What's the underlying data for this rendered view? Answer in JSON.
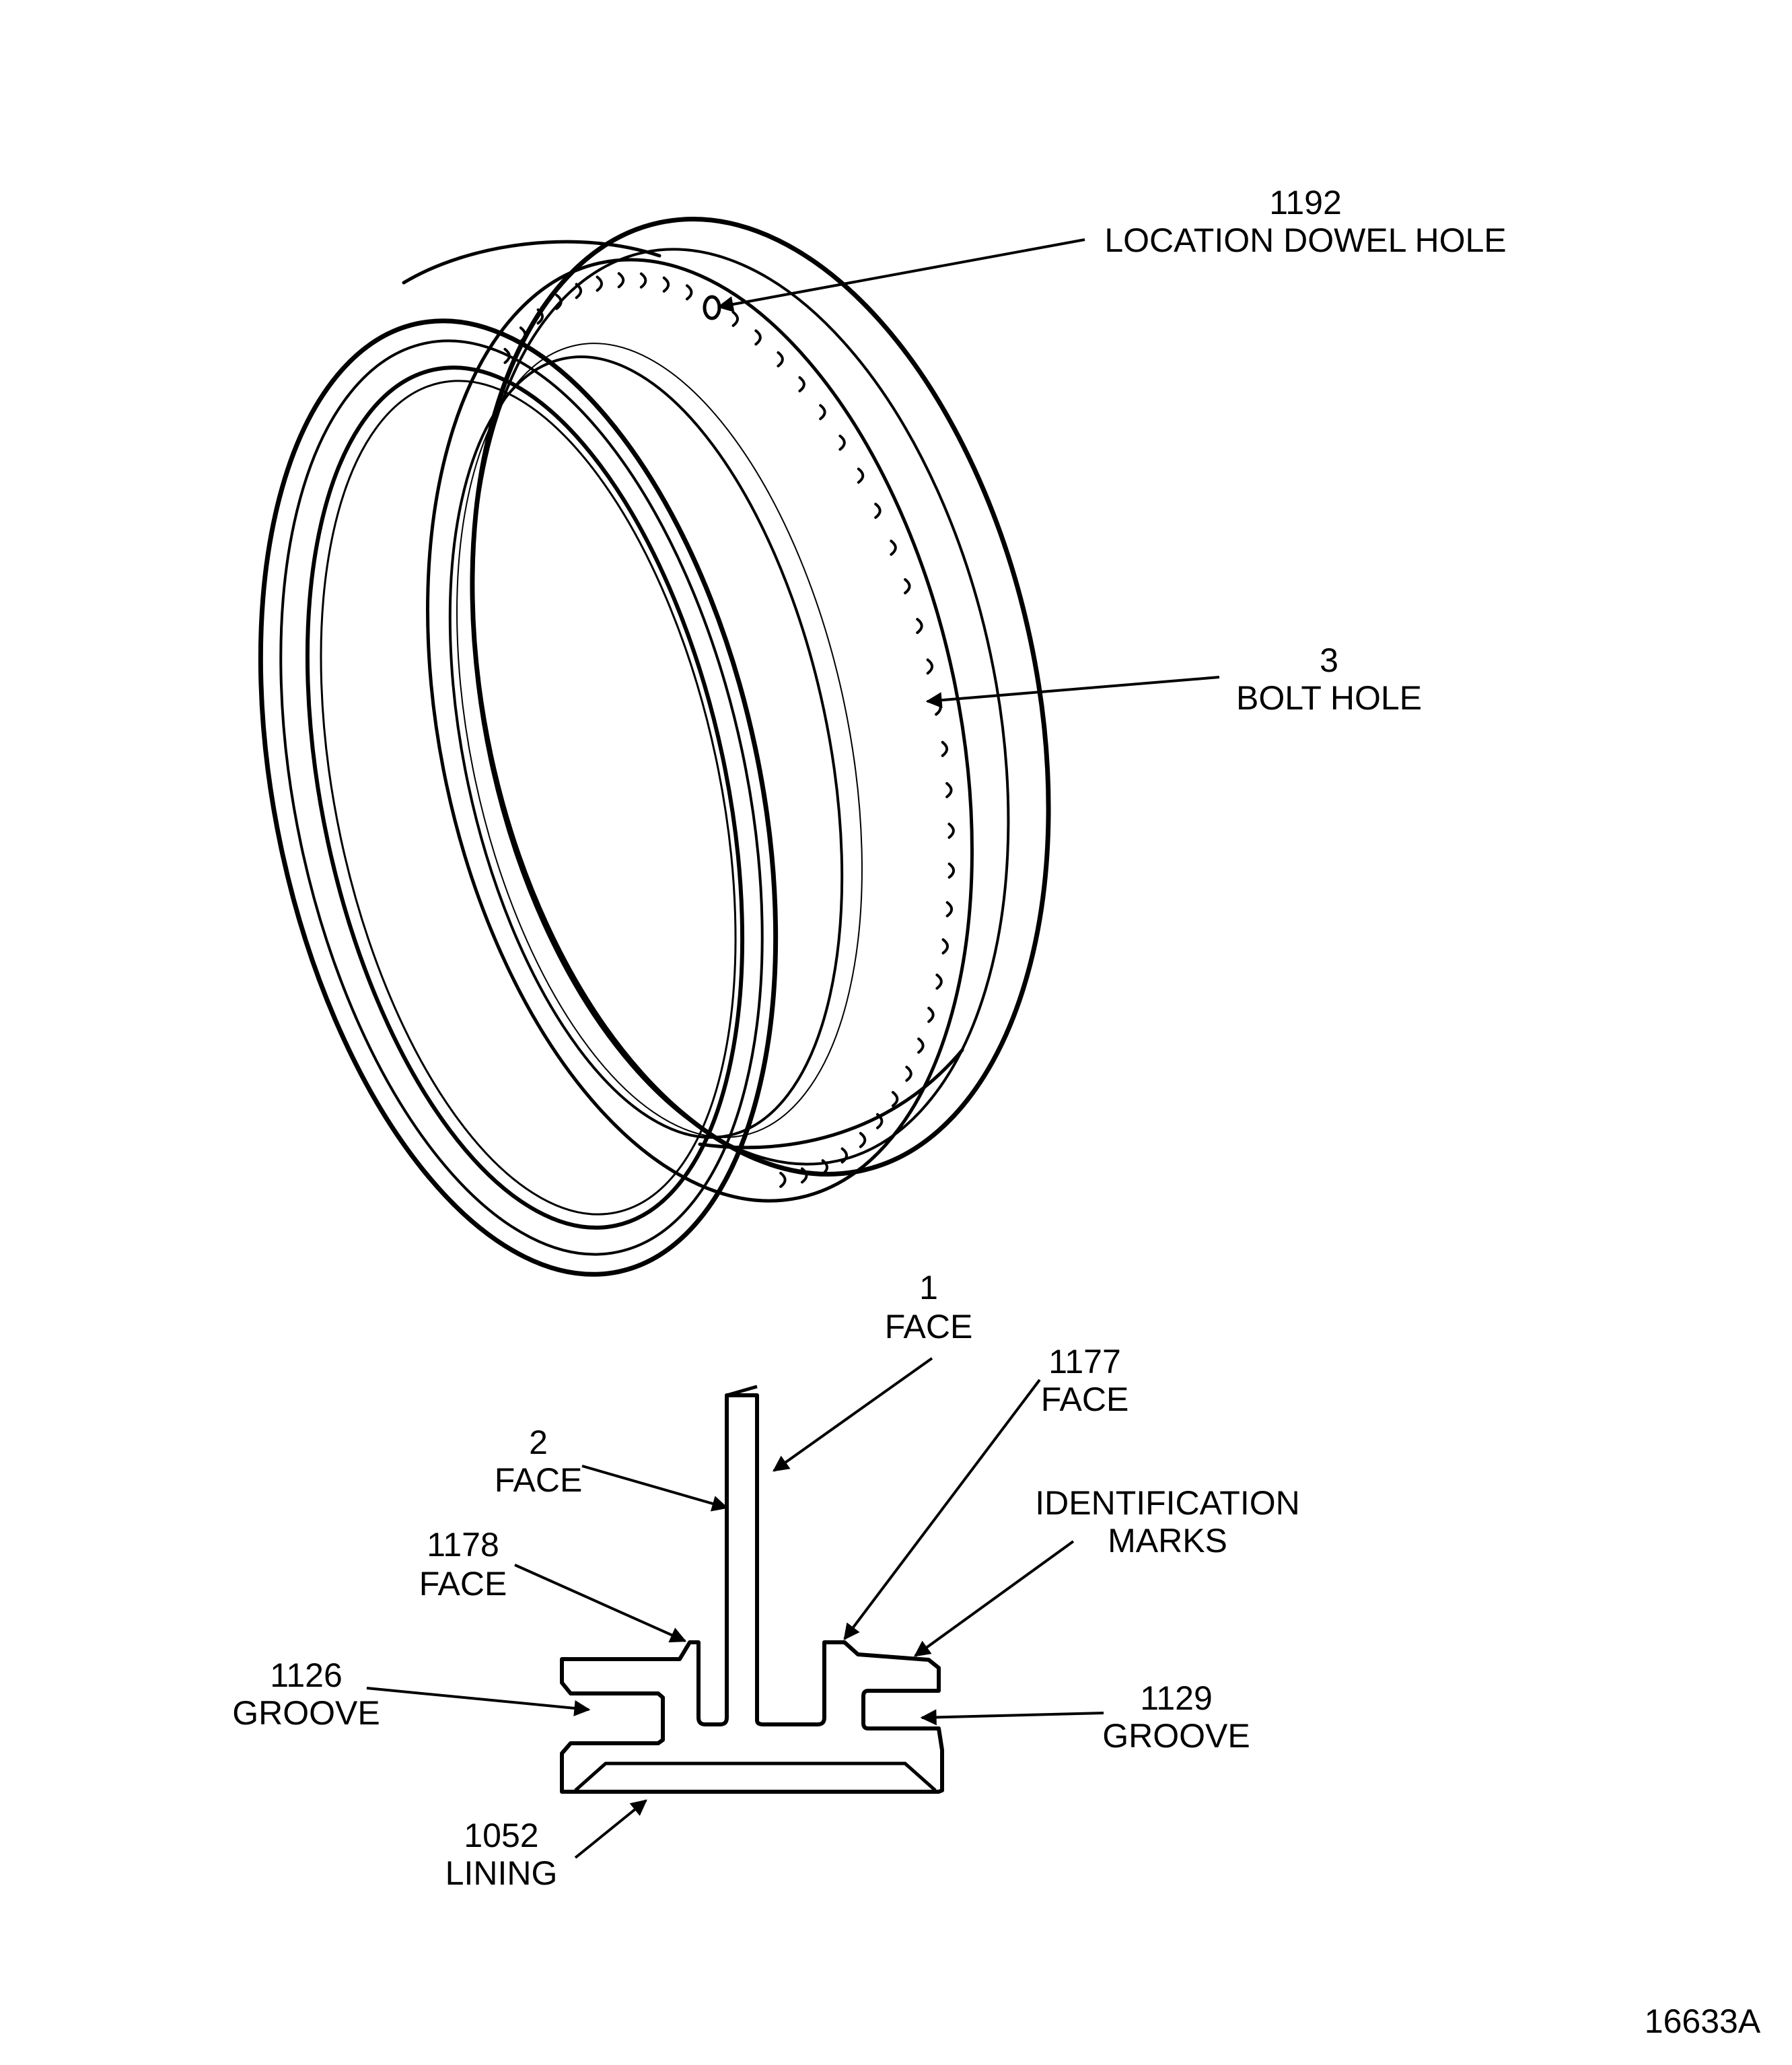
{
  "callouts": {
    "dowel": {
      "number": "1192",
      "name": "LOCATION DOWEL HOLE"
    },
    "bolt": {
      "number": "3",
      "name": "BOLT HOLE"
    },
    "face1": {
      "number": "1",
      "name": "FACE"
    },
    "face2": {
      "number": "2",
      "name": "FACE"
    },
    "face1177": {
      "number": "1177",
      "name": "FACE"
    },
    "face1178": {
      "number": "1178",
      "name": "FACE"
    },
    "ident": {
      "line1": "IDENTIFICATION",
      "line2": "MARKS"
    },
    "groove1126": {
      "number": "1126",
      "name": "GROOVE"
    },
    "groove1129": {
      "number": "1129",
      "name": "GROOVE"
    },
    "lining": {
      "number": "1052",
      "name": "LINING"
    }
  },
  "figure_number": "16633A"
}
